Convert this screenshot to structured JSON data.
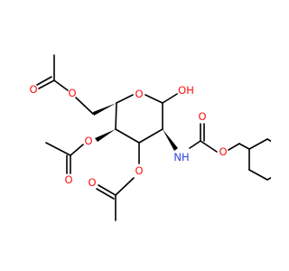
{
  "colors": {
    "carbon": "#000000",
    "oxygen": "#ff0d0d",
    "nitrogen": "#2f3fe0",
    "background": "#ffffff"
  },
  "atoms": {
    "ring_oxygen": "O",
    "hydroxyl": "OH",
    "acetate6_ester_o": "O",
    "acetate6_carbonyl_o": "O",
    "acetate4_ester_o": "O",
    "acetate4_carbonyl_o": "O",
    "acetate3_ester_o": "O",
    "acetate3_carbonyl_o": "O",
    "carbamate_nh": "NH",
    "carbamate_carbonyl_o": "O",
    "carbamate_ester_o": "O"
  }
}
